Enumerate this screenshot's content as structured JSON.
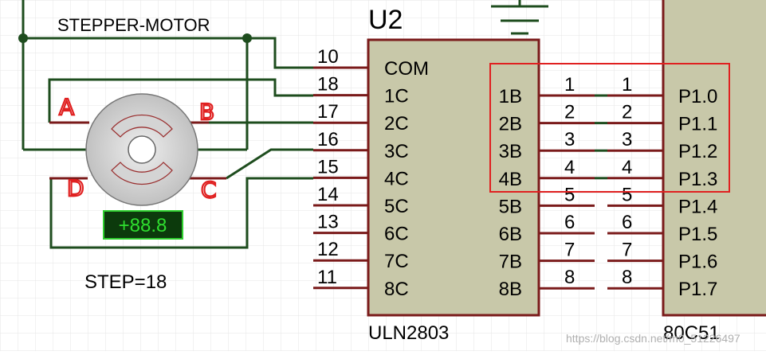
{
  "motor": {
    "title": "STEPPER-MOTOR",
    "step_label": "STEP=18",
    "display_value": "+88.8",
    "coil_labels": [
      "A",
      "B",
      "C",
      "D"
    ]
  },
  "uln": {
    "designator": "U2",
    "part": "ULN2803",
    "left_pins": [
      {
        "num": "10",
        "label": "COM"
      },
      {
        "num": "18",
        "label": "1C"
      },
      {
        "num": "17",
        "label": "2C"
      },
      {
        "num": "16",
        "label": "3C"
      },
      {
        "num": "15",
        "label": "4C"
      },
      {
        "num": "14",
        "label": "5C"
      },
      {
        "num": "13",
        "label": "6C"
      },
      {
        "num": "12",
        "label": "7C"
      },
      {
        "num": "11",
        "label": "8C"
      }
    ],
    "right_pins": [
      {
        "num": "1",
        "label": "1B"
      },
      {
        "num": "2",
        "label": "2B"
      },
      {
        "num": "3",
        "label": "3B"
      },
      {
        "num": "4",
        "label": "4B"
      },
      {
        "num": "5",
        "label": "5B"
      },
      {
        "num": "6",
        "label": "6B"
      },
      {
        "num": "7",
        "label": "7B"
      },
      {
        "num": "8",
        "label": "8B"
      }
    ]
  },
  "mcu": {
    "part": "80C51",
    "pins": [
      {
        "num": "1",
        "label": "P1.0"
      },
      {
        "num": "2",
        "label": "P1.1"
      },
      {
        "num": "3",
        "label": "P1.2"
      },
      {
        "num": "4",
        "label": "P1.3"
      },
      {
        "num": "5",
        "label": "P1.4"
      },
      {
        "num": "6",
        "label": "P1.5"
      },
      {
        "num": "7",
        "label": "P1.6"
      },
      {
        "num": "8",
        "label": "P1.7"
      }
    ]
  },
  "watermark": "https://blog.csdn.net/m0_51226497",
  "colors": {
    "wire": "#1e4d1e",
    "pin": "#7a1a1a",
    "chip_fill": "#c8c8a9",
    "chip_border": "#7a1a1a",
    "highlight": "#e02020",
    "grid": "#e6e6e6"
  }
}
